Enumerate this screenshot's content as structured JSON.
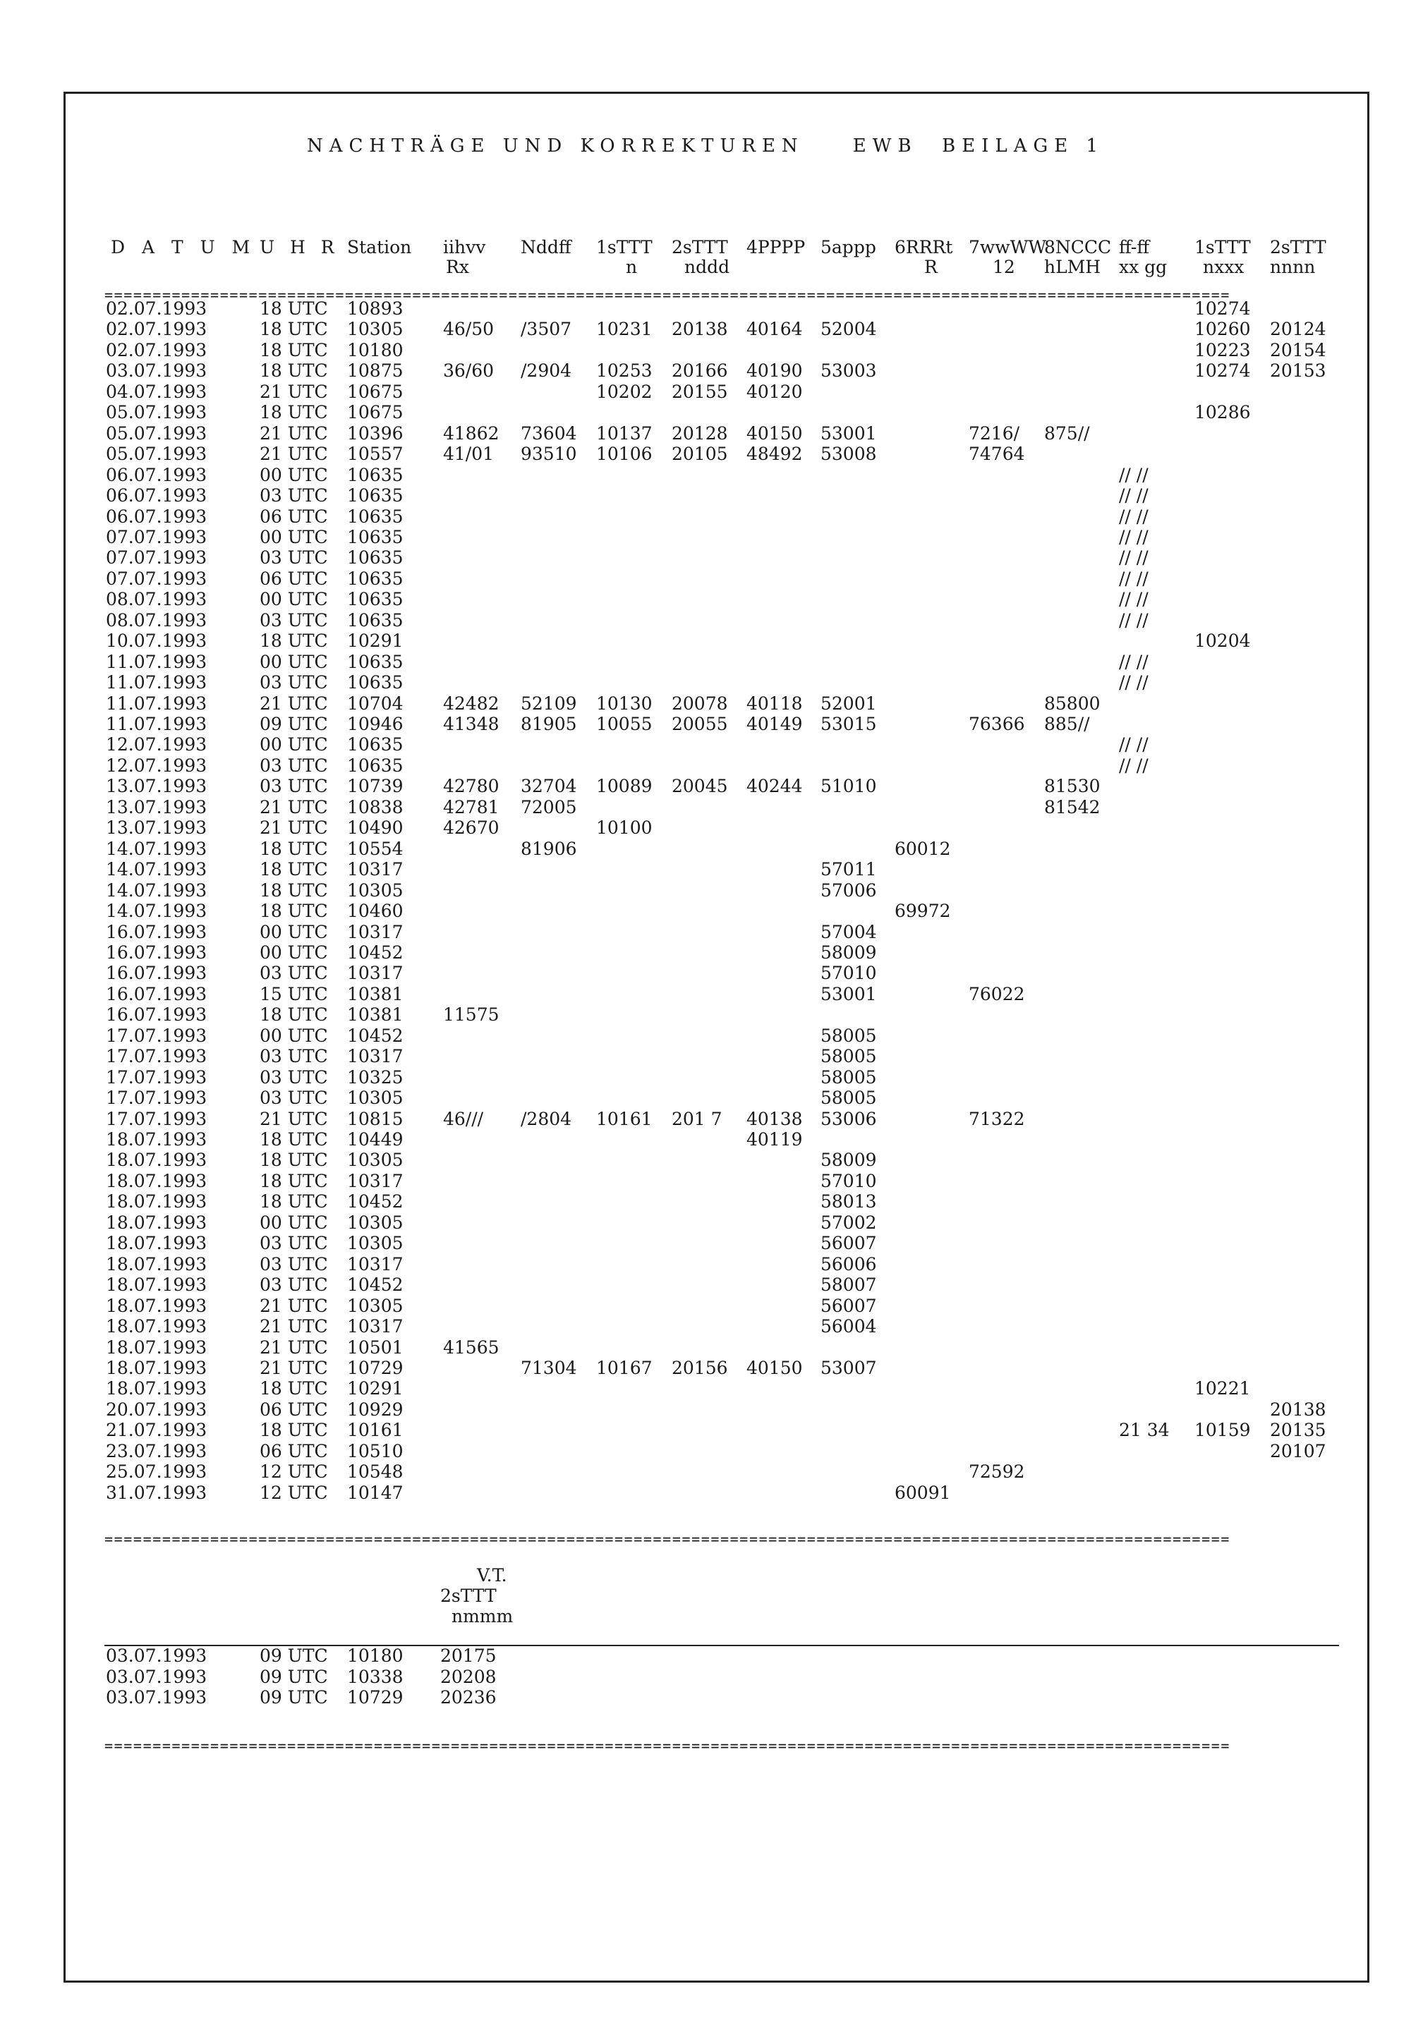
{
  "title": "NACHTRÄGE UND KORREKTUREN    EWB  BEILAGE 1",
  "separator": "=====================================================================================================================",
  "headers": [
    {
      "key": "datum",
      "label": "D A T U M",
      "sub": ""
    },
    {
      "key": "uhr",
      "label": "U H R",
      "sub": ""
    },
    {
      "key": "station",
      "label": "Station",
      "sub": ""
    },
    {
      "key": "iihvv",
      "label": "iihvv",
      "sub": "Rx"
    },
    {
      "key": "nddff",
      "label": "Nddff",
      "sub": ""
    },
    {
      "key": "g1",
      "label": "1sTTT",
      "sub": "n"
    },
    {
      "key": "g2",
      "label": "2sTTT",
      "sub": "nddd"
    },
    {
      "key": "g4",
      "label": "4PPPP",
      "sub": ""
    },
    {
      "key": "g5",
      "label": "5appp",
      "sub": ""
    },
    {
      "key": "g6",
      "label": "6RRRt",
      "sub": "R"
    },
    {
      "key": "g7",
      "label": "7wwWW",
      "sub": "12"
    },
    {
      "key": "g8",
      "label": "8NCCC",
      "sub": "hLMH"
    },
    {
      "key": "ff",
      "label": "ff-ff",
      "sub": "xx gg"
    },
    {
      "key": "x1",
      "label": "1sTTT",
      "sub": "nxxx"
    },
    {
      "key": "x2",
      "label": "2sTTT",
      "sub": "nnnn"
    }
  ],
  "rows": [
    {
      "datum": "02.07.1993",
      "uhr": "18 UTC",
      "station": "10893",
      "x1": "10274"
    },
    {
      "datum": "02.07.1993",
      "uhr": "18 UTC",
      "station": "10305",
      "iihvv": "46/50",
      "nddff": "/3507",
      "g1": "10231",
      "g2": "20138",
      "g4": "40164",
      "g5": "52004",
      "x1": "10260",
      "x2": "20124"
    },
    {
      "datum": "02.07.1993",
      "uhr": "18 UTC",
      "station": "10180",
      "x1": "10223",
      "x2": "20154"
    },
    {
      "datum": "03.07.1993",
      "uhr": "18 UTC",
      "station": "10875",
      "iihvv": "36/60",
      "nddff": "/2904",
      "g1": "10253",
      "g2": "20166",
      "g4": "40190",
      "g5": "53003",
      "x1": "10274",
      "x2": "20153"
    },
    {
      "datum": "04.07.1993",
      "uhr": "21 UTC",
      "station": "10675",
      "g1": "10202",
      "g2": "20155",
      "g4": "40120"
    },
    {
      "datum": "05.07.1993",
      "uhr": "18 UTC",
      "station": "10675",
      "x1": "10286"
    },
    {
      "datum": "05.07.1993",
      "uhr": "21 UTC",
      "station": "10396",
      "iihvv": "41862",
      "nddff": "73604",
      "g1": "10137",
      "g2": "20128",
      "g4": "40150",
      "g5": "53001",
      "g7": "7216/",
      "g8": "875//"
    },
    {
      "datum": "05.07.1993",
      "uhr": "21 UTC",
      "station": "10557",
      "iihvv": "41/01",
      "nddff": "93510",
      "g1": "10106",
      "g2": "20105",
      "g4": "48492",
      "g5": "53008",
      "g7": "74764"
    },
    {
      "datum": "06.07.1993",
      "uhr": "00 UTC",
      "station": "10635",
      "ff": "// //"
    },
    {
      "datum": "06.07.1993",
      "uhr": "03 UTC",
      "station": "10635",
      "ff": "// //"
    },
    {
      "datum": "06.07.1993",
      "uhr": "06 UTC",
      "station": "10635",
      "ff": "// //"
    },
    {
      "datum": "07.07.1993",
      "uhr": "00 UTC",
      "station": "10635",
      "ff": "// //"
    },
    {
      "datum": "07.07.1993",
      "uhr": "03 UTC",
      "station": "10635",
      "ff": "// //"
    },
    {
      "datum": "07.07.1993",
      "uhr": "06 UTC",
      "station": "10635",
      "ff": "// //"
    },
    {
      "datum": "08.07.1993",
      "uhr": "00 UTC",
      "station": "10635",
      "ff": "// //"
    },
    {
      "datum": "08.07.1993",
      "uhr": "03 UTC",
      "station": "10635",
      "ff": "// //"
    },
    {
      "datum": "10.07.1993",
      "uhr": "18 UTC",
      "station": "10291",
      "x1": "10204"
    },
    {
      "datum": "11.07.1993",
      "uhr": "00 UTC",
      "station": "10635",
      "ff": "// //"
    },
    {
      "datum": "11.07.1993",
      "uhr": "03 UTC",
      "station": "10635",
      "ff": "// //"
    },
    {
      "datum": "11.07.1993",
      "uhr": "21 UTC",
      "station": "10704",
      "iihvv": "42482",
      "nddff": "52109",
      "g1": "10130",
      "g2": "20078",
      "g4": "40118",
      "g5": "52001",
      "g8": "85800"
    },
    {
      "datum": "11.07.1993",
      "uhr": "09 UTC",
      "station": "10946",
      "iihvv": "41348",
      "nddff": "81905",
      "g1": "10055",
      "g2": "20055",
      "g4": "40149",
      "g5": "53015",
      "g7": "76366",
      "g8": "885//"
    },
    {
      "datum": "12.07.1993",
      "uhr": "00 UTC",
      "station": "10635",
      "ff": "// //"
    },
    {
      "datum": "12.07.1993",
      "uhr": "03 UTC",
      "station": "10635",
      "ff": "// //"
    },
    {
      "datum": "13.07.1993",
      "uhr": "03 UTC",
      "station": "10739",
      "iihvv": "42780",
      "nddff": "32704",
      "g1": "10089",
      "g2": "20045",
      "g4": "40244",
      "g5": "51010",
      "g8": "81530"
    },
    {
      "datum": "13.07.1993",
      "uhr": "21 UTC",
      "station": "10838",
      "iihvv": "42781",
      "nddff": "72005",
      "g8": "81542"
    },
    {
      "datum": "13.07.1993",
      "uhr": "21 UTC",
      "station": "10490",
      "iihvv": "42670",
      "g1": "10100"
    },
    {
      "datum": "14.07.1993",
      "uhr": "18 UTC",
      "station": "10554",
      "nddff": "81906",
      "g6": "60012"
    },
    {
      "datum": "14.07.1993",
      "uhr": "18 UTC",
      "station": "10317",
      "g5": "57011"
    },
    {
      "datum": "14.07.1993",
      "uhr": "18 UTC",
      "station": "10305",
      "g5": "57006"
    },
    {
      "datum": "14.07.1993",
      "uhr": "18 UTC",
      "station": "10460",
      "g6": "69972"
    },
    {
      "datum": "16.07.1993",
      "uhr": "00 UTC",
      "station": "10317",
      "g5": "57004"
    },
    {
      "datum": "16.07.1993",
      "uhr": "00 UTC",
      "station": "10452",
      "g5": "58009"
    },
    {
      "datum": "16.07.1993",
      "uhr": "03 UTC",
      "station": "10317",
      "g5": "57010"
    },
    {
      "datum": "16.07.1993",
      "uhr": "15 UTC",
      "station": "10381",
      "g5": "53001",
      "g7": "76022"
    },
    {
      "datum": "16.07.1993",
      "uhr": "18 UTC",
      "station": "10381",
      "iihvv": "11575"
    },
    {
      "datum": "17.07.1993",
      "uhr": "00 UTC",
      "station": "10452",
      "g5": "58005"
    },
    {
      "datum": "17.07.1993",
      "uhr": "03 UTC",
      "station": "10317",
      "g5": "58005"
    },
    {
      "datum": "17.07.1993",
      "uhr": "03 UTC",
      "station": "10325",
      "g5": "58005"
    },
    {
      "datum": "17.07.1993",
      "uhr": "03 UTC",
      "station": "10305",
      "g5": "58005"
    },
    {
      "datum": "17.07.1993",
      "uhr": "21 UTC",
      "station": "10815",
      "iihvv": "46///",
      "nddff": "/2804",
      "g1": "10161",
      "g2": "201 7",
      "g4": "40138",
      "g5": "53006",
      "g7": "71322"
    },
    {
      "datum": "18.07.1993",
      "uhr": "18 UTC",
      "station": "10449",
      "g4": "40119"
    },
    {
      "datum": "18.07.1993",
      "uhr": "18 UTC",
      "station": "10305",
      "g5": "58009"
    },
    {
      "datum": "18.07.1993",
      "uhr": "18 UTC",
      "station": "10317",
      "g5": "57010"
    },
    {
      "datum": "18.07.1993",
      "uhr": "18 UTC",
      "station": "10452",
      "g5": "58013"
    },
    {
      "datum": "18.07.1993",
      "uhr": "00 UTC",
      "station": "10305",
      "g5": "57002"
    },
    {
      "datum": "18.07.1993",
      "uhr": "03 UTC",
      "station": "10305",
      "g5": "56007"
    },
    {
      "datum": "18.07.1993",
      "uhr": "03 UTC",
      "station": "10317",
      "g5": "56006"
    },
    {
      "datum": "18.07.1993",
      "uhr": "03 UTC",
      "station": "10452",
      "g5": "58007"
    },
    {
      "datum": "18.07.1993",
      "uhr": "21 UTC",
      "station": "10305",
      "g5": "56007"
    },
    {
      "datum": "18.07.1993",
      "uhr": "21 UTC",
      "station": "10317",
      "g5": "56004"
    },
    {
      "datum": "18.07.1993",
      "uhr": "21 UTC",
      "station": "10501",
      "iihvv": "41565"
    },
    {
      "datum": "18.07.1993",
      "uhr": "21 UTC",
      "station": "10729",
      "nddff": "71304",
      "g1": "10167",
      "g2": "20156",
      "g4": "40150",
      "g5": "53007"
    },
    {
      "datum": "18.07.1993",
      "uhr": "18 UTC",
      "station": "10291",
      "x1": "10221"
    },
    {
      "datum": "20.07.1993",
      "uhr": "06 UTC",
      "station": "10929",
      "x2": "20138"
    },
    {
      "datum": "21.07.1993",
      "uhr": "18 UTC",
      "station": "10161",
      "ff": "21 34",
      "x1": "10159",
      "x2": "20135"
    },
    {
      "datum": "23.07.1993",
      "uhr": "06 UTC",
      "station": "10510",
      "x2": "20107"
    },
    {
      "datum": "25.07.1993",
      "uhr": "12 UTC",
      "station": "10548",
      "g7": "72592"
    },
    {
      "datum": "31.07.1993",
      "uhr": "12 UTC",
      "station": "10147",
      "g6": "60091"
    }
  ],
  "vt": {
    "header": [
      "V.T.",
      "2sTTT",
      "nmmm"
    ],
    "rows": [
      {
        "datum": "03.07.1993",
        "uhr": "09 UTC",
        "station": "10180",
        "value": "20175"
      },
      {
        "datum": "03.07.1993",
        "uhr": "09 UTC",
        "station": "10338",
        "value": "20208"
      },
      {
        "datum": "03.07.1993",
        "uhr": "09 UTC",
        "station": "10729",
        "value": "20236"
      }
    ]
  }
}
